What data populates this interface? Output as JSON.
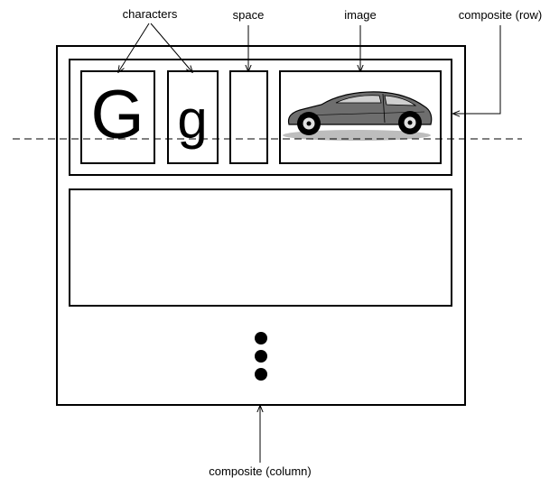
{
  "labels": {
    "characters": "characters",
    "space": "space",
    "image": "image",
    "composite_row": "composite (row)",
    "composite_column": "composite (column)"
  },
  "glyphs": {
    "upper": "G",
    "lower": "g"
  },
  "image_content": "car-icon",
  "continuation": "vertical-ellipsis-dots",
  "colors": {
    "stroke": "#000000",
    "car_body": "#6e6e6e",
    "car_shadow": "#bdbdbd"
  }
}
